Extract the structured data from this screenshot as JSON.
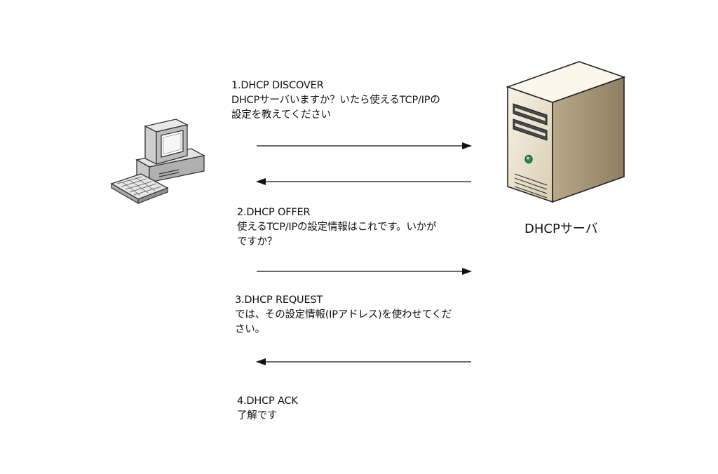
{
  "steps": [
    {
      "title": "1.DHCP DISCOVER",
      "lines": [
        "DHCPサーバいますか？いたら使えるTCP/IPの",
        "設定を教えてください"
      ]
    },
    {
      "title": "2.DHCP OFFER",
      "lines": [
        "使えるTCP/IPの設定情報はこれです。いかが",
        "ですか？"
      ]
    },
    {
      "title": "3.DHCP REQUEST",
      "lines": [
        "では、その設定情報(IPアドレス)を使わせてくだ",
        "さい。"
      ]
    },
    {
      "title": "4.DHCP ACK",
      "lines": [
        "了解です"
      ]
    }
  ],
  "server": {
    "label": "DHCPサーバ",
    "icon": "server-tower-icon"
  },
  "client": {
    "icon": "desktop-computer-icon"
  },
  "arrows": [
    {
      "direction": "right",
      "step": 1
    },
    {
      "direction": "left",
      "step": 2
    },
    {
      "direction": "right",
      "step": 3
    },
    {
      "direction": "left",
      "step": 4
    }
  ]
}
